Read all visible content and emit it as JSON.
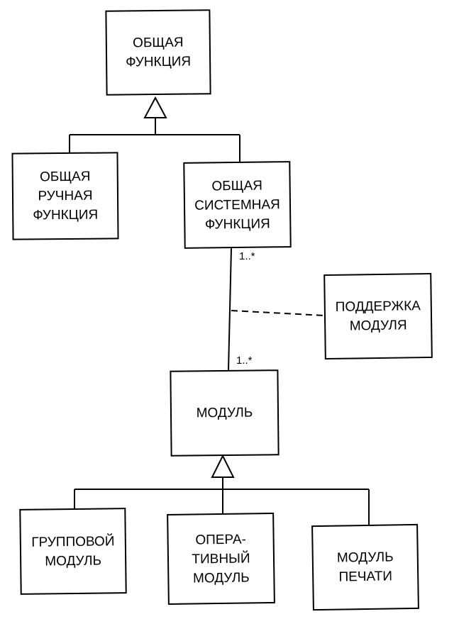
{
  "nodes": {
    "general_function": {
      "lines": [
        "ОБЩАЯ",
        "ФУНКЦИЯ"
      ]
    },
    "general_manual_function": {
      "lines": [
        "ОБЩАЯ",
        "РУЧНАЯ",
        "ФУНКЦИЯ"
      ]
    },
    "general_system_function": {
      "lines": [
        "ОБЩАЯ",
        "СИСТЕМНАЯ",
        "ФУНКЦИЯ"
      ]
    },
    "module_support": {
      "lines": [
        "ПОДДЕРЖКА",
        "МОДУЛЯ"
      ]
    },
    "module": {
      "lines": [
        "МОДУЛЬ"
      ]
    },
    "group_module": {
      "lines": [
        "ГРУППОВОЙ",
        "МОДУЛЬ"
      ]
    },
    "operative_module": {
      "lines": [
        "ОПЕРА-",
        "ТИВНЫЙ",
        "МОДУЛЬ"
      ]
    },
    "print_module": {
      "lines": [
        "МОДУЛЬ",
        "ПЕЧАТИ"
      ]
    }
  },
  "multiplicities": {
    "top": "1..*",
    "bottom": "1..*"
  }
}
